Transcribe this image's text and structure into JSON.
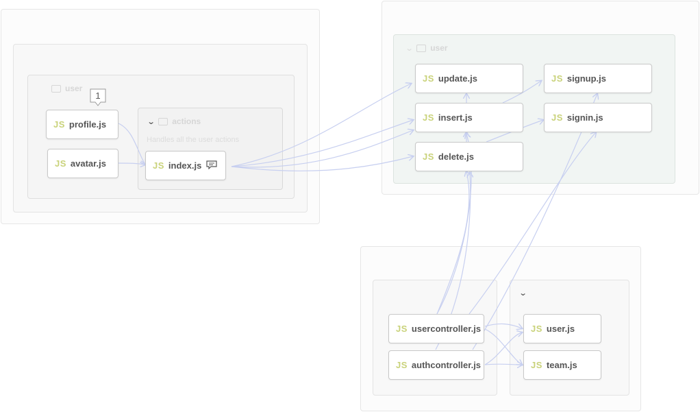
{
  "groups": {
    "app_group": {
      "label": "",
      "folder": "",
      "actions": {
        "label": "actions",
        "description": "Handles all the user actions"
      }
    },
    "user_folder": {
      "label": "user"
    },
    "controllers_group": {
      "label": "",
      "sub_left": "",
      "sub_right": ""
    }
  },
  "files": {
    "profile": "profile.js",
    "avatar": "avatar.js",
    "index": "index.js",
    "update": "update.js",
    "insert": "insert.js",
    "delete": "delete.js",
    "signup": "signup.js",
    "signin": "signin.js",
    "usercontroller": "usercontroller.js",
    "authcontroller": "authcontroller.js",
    "user": "user.js",
    "team": "team.js"
  },
  "left_folder_label": "user",
  "js_badge": "JS",
  "note_count": "1",
  "colors": {
    "edge": "#c7cff0",
    "js": "#c9d27a",
    "node_border": "#c8c8c8"
  }
}
